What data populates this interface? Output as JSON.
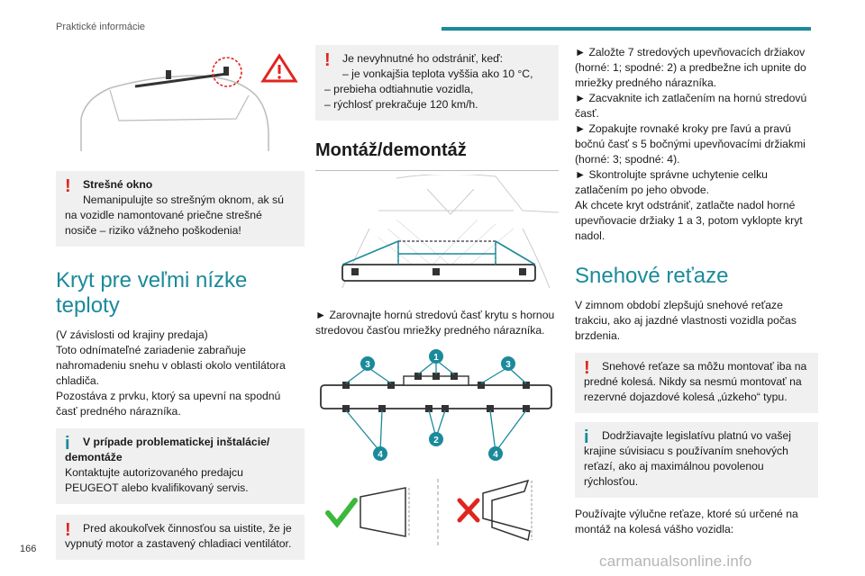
{
  "header": {
    "section": "Praktické informácie"
  },
  "page_number": "166",
  "watermark": "carmanualsonline.info",
  "col1": {
    "warn1_title": "Strešné okno",
    "warn1_body": "Nemanipulujte so strešným oknom, ak sú na vozidle namontované priečne strešné nosiče – riziko vážneho poškodenia!",
    "section_title": "Kryt pre veľmi nízke teploty",
    "para": [
      "(V závislosti od krajiny predaja)",
      "Toto odnímateľné zariadenie zabraňuje nahromadeniu snehu v oblasti okolo ventilátora chladiča.",
      "Pozostáva z prvku, ktorý sa upevní na spodnú časť predného nárazníka."
    ],
    "info1_title": "V prípade problematickej inštalácie/ demontáže",
    "info1_body": "Kontaktujte autorizovaného predajcu PEUGEOT alebo kvalifikovaný servis.",
    "warn2_body": "Pred akoukoľvek činnosťou sa uistite, že je vypnutý motor a zastavený chladiaci ventilátor."
  },
  "col2": {
    "warn_lines": [
      "Je nevyhnutné ho odstrániť, keď:",
      "– je vonkajšia teplota vyššia ako 10 °C,",
      "– prebieha odtiahnutie vozidla,",
      "– rýchlosť prekračuje 120 km/h."
    ],
    "heading": "Montáž/demontáž",
    "step1": "► Zarovnajte hornú stredovú časť krytu s hornou stredovou časťou mriežky predného nárazníka.",
    "callouts": [
      "1",
      "2",
      "3",
      "3",
      "4",
      "4"
    ]
  },
  "col3": {
    "lines": [
      "► Založte 7 stredových upevňovacích držiakov (horné: 1; spodné: 2) a predbežne ich upnite do mriežky predného nárazníka.",
      "► Zacvaknite ich zatlačením na hornú stredovú časť.",
      "► Zopakujte rovnaké kroky pre ľavú a pravú bočnú časť s 5 bočnými upevňovacími držiakmi (horné: 3; spodné: 4).",
      "► Skontrolujte správne uchytenie celku zatlačením po jeho obvode.",
      "Ak chcete kryt odstrániť, zatlačte nadol horné upevňovacie držiaky 1 a 3, potom vyklopte kryt nadol."
    ],
    "section_title": "Snehové reťaze",
    "para": "V zimnom období zlepšujú snehové reťaze trakciu, ako aj jazdné vlastnosti vozidla počas brzdenia.",
    "warn_body": "Snehové reťaze sa môžu montovať iba na predné kolesá. Nikdy sa nesmú montovať na rezervné dojazdové kolesá „úzkeho“ typu.",
    "info_body": "Dodržiavajte legislatívu platnú vo vašej krajine súvisiacu s používaním snehových reťazí, ako aj maximálnou povolenou rýchlosťou.",
    "final": "Používajte výlučne reťaze, ktoré sú určené na montáž na kolesá vášho vozidla:"
  },
  "colors": {
    "accent": "#1b8a9a",
    "warning": "#e0251f",
    "box_bg": "#f0f0f0",
    "ok": "#3cb83c"
  }
}
